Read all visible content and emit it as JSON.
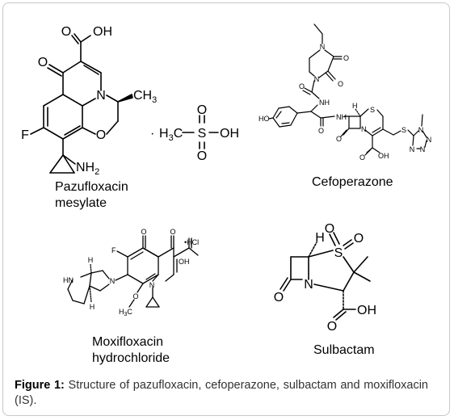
{
  "compounds": {
    "pazufloxacin": {
      "name_line1": "Pazufloxacin",
      "name_line2": "mesylate",
      "atoms": {
        "oh": "OH",
        "o": "O",
        "n": "N",
        "ch3": "CH",
        "ch3_sub": "3",
        "f": "F",
        "ring_o": "O",
        "nh2": "NH",
        "nh2_sub": "2"
      },
      "mesylate": {
        "dot": "·",
        "h3c": "H",
        "h3c_sub": "3",
        "c": "C",
        "s": "S",
        "oh": "OH",
        "o_top": "O",
        "o_bottom": "O"
      }
    },
    "cefoperazone": {
      "name": "Cefoperazone",
      "atoms": {
        "n1": "N",
        "n4": "N",
        "o1": "O",
        "o2": "O",
        "o3": "O",
        "nh1": "NH",
        "ho": "HO",
        "nh2": "NH",
        "h": "H",
        "s_ring": "S",
        "n_lact": "N",
        "o_lact": "O",
        "o_amide": "O",
        "o_acid": "O",
        "oh_acid": "OH",
        "s_thio": "S",
        "n_t1": "N",
        "n_t2": "N",
        "n_t3": "N",
        "n_t4": "N"
      }
    },
    "moxifloxacin": {
      "name_line1": "Moxifloxacin",
      "name_line2": "hydrochloride",
      "atoms": {
        "hcl": "•HCl",
        "o_keto": "O",
        "o_acid": "O",
        "oh": "OH",
        "f": "F",
        "nh": "HN",
        "h_top": "H",
        "h_bot": "H",
        "n_pyr": "N",
        "n_q": "N",
        "o_me": "O",
        "ch3": "H",
        "ch3_sub": "3",
        "ch3_c": "C"
      }
    },
    "sulbactam": {
      "name": "Sulbactam",
      "atoms": {
        "h": "H",
        "o1": "O",
        "o2": "O",
        "s": "S",
        "n": "N",
        "o_lact": "O",
        "o_acid": "O",
        "oh": "OH"
      }
    }
  },
  "caption": {
    "label": "Figure 1:",
    "text": " Structure of pazufloxacin, cefoperazone, sulbactam and moxifloxacin (IS)."
  }
}
